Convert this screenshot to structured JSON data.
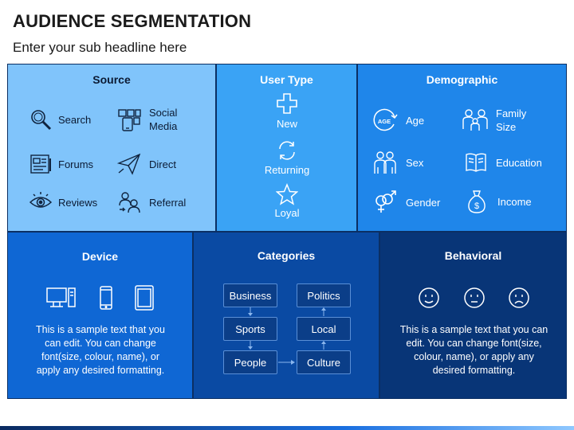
{
  "title": "AUDIENCE SEGMENTATION",
  "subtitle": "Enter your sub headline here",
  "source": {
    "title": "Source",
    "items": [
      {
        "label": "Search",
        "icon": "search-icon"
      },
      {
        "label": "Social\nMedia",
        "icon": "social-media-icon"
      },
      {
        "label": "Forums",
        "icon": "forums-icon"
      },
      {
        "label": "Direct",
        "icon": "paper-plane-icon"
      },
      {
        "label": "Reviews",
        "icon": "eye-icon"
      },
      {
        "label": "Referral",
        "icon": "referral-people-icon"
      }
    ]
  },
  "user_type": {
    "title": "User Type",
    "items": [
      {
        "label": "New",
        "icon": "plus-icon"
      },
      {
        "label": "Returning",
        "icon": "cycle-arrows-icon"
      },
      {
        "label": "Loyal",
        "icon": "star-icon"
      }
    ]
  },
  "demographic": {
    "title": "Demographic",
    "items": [
      {
        "label": "Age",
        "icon": "age-icon",
        "icon_text": "AGE"
      },
      {
        "label": "Family\nSize",
        "icon": "family-icon"
      },
      {
        "label": "Sex",
        "icon": "couple-icon"
      },
      {
        "label": "Education",
        "icon": "book-icon"
      },
      {
        "label": "Gender",
        "icon": "gender-symbols-icon"
      },
      {
        "label": "Income",
        "icon": "money-bag-icon"
      }
    ]
  },
  "device": {
    "title": "Device",
    "icons": [
      "desktop-icon",
      "smartphone-icon",
      "tablet-icon"
    ],
    "text": "This is a sample text that you can edit. You can change font(size, colour, name), or apply any desired formatting."
  },
  "categories": {
    "title": "Categories",
    "boxes": [
      "Business",
      "Politics",
      "Sports",
      "Local",
      "People",
      "Culture"
    ]
  },
  "behavioral": {
    "title": "Behavioral",
    "icons": [
      "happy-face-icon",
      "neutral-face-icon",
      "sad-face-icon"
    ],
    "text": "This is a sample text that you can edit. You can change font(size, colour, name), or apply any desired formatting."
  },
  "colors": {
    "source_bg": "#80c4fb",
    "user_type_bg": "#3aa3f5",
    "demographic_bg": "#1f86ea",
    "device_bg": "#0f67d4",
    "categories_bg": "#0a4aa3",
    "behavioral_bg": "#083577"
  }
}
